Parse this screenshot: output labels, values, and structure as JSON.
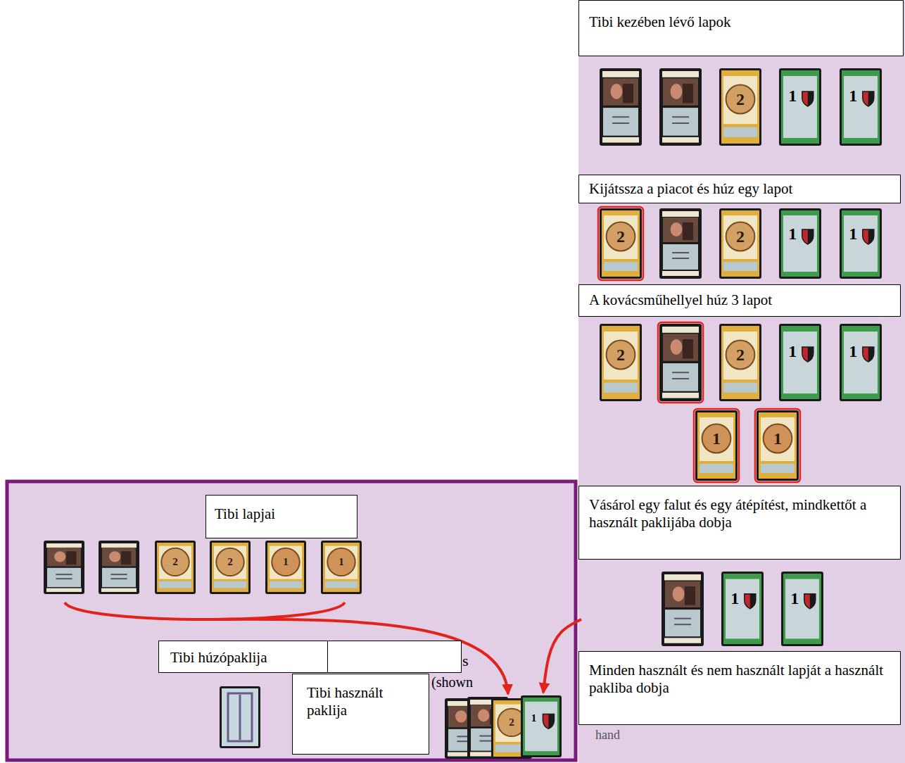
{
  "diagram": {
    "nodes": [
      {
        "text": [
          "Tibi kezében lévő lapok"
        ]
      },
      {
        "text": [
          "Kijátssza a piacot és húz egy lapot"
        ]
      },
      {
        "text": [
          "A kovácsműhellyel húz 3 lapot"
        ]
      },
      {
        "text": [
          "Tibi lapjai"
        ]
      },
      {
        "text": [
          "Vásárol egy falut és egy átépítést, mindkettőt a használt paklijába dobja"
        ]
      },
      {
        "text": [
          "Tibi húzópaklija"
        ]
      },
      {
        "text": [
          "Minden használt és nem használt lapját a használt pakliba dobja"
        ]
      },
      {
        "text": [
          "Tibi használt paklija"
        ]
      }
    ],
    "labels": [
      "s",
      "(shown",
      "hand",
      "2",
      "1",
      "1",
      "2",
      "2",
      "1",
      "1",
      "2",
      "2",
      "1",
      "1",
      "1",
      "1",
      "1",
      "1",
      "2",
      "2",
      "1",
      "1",
      "2",
      "1"
    ]
  }
}
